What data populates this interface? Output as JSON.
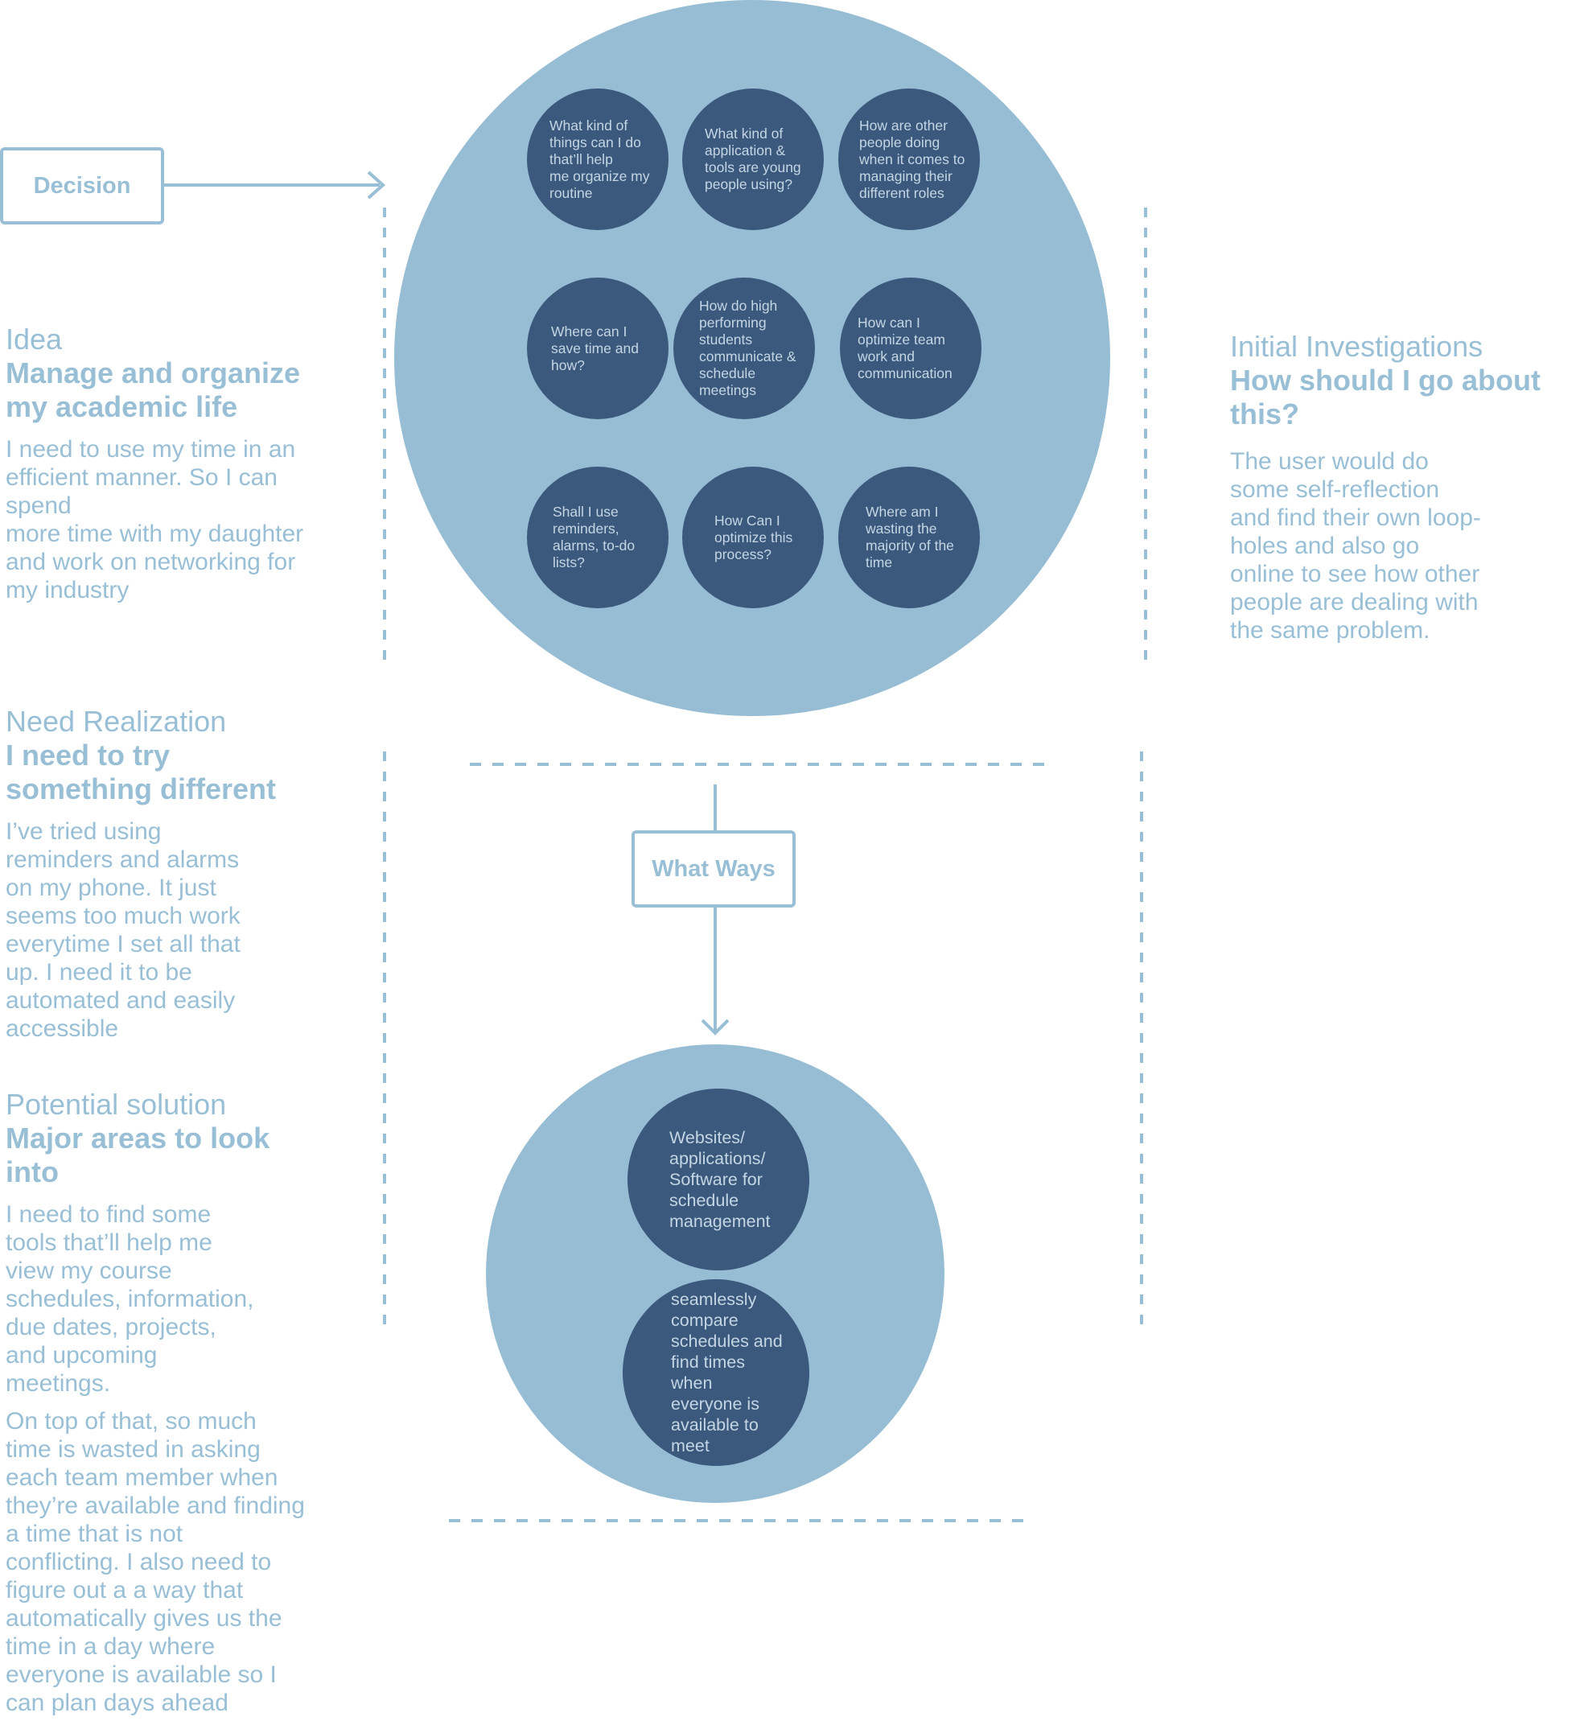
{
  "decision": {
    "label": "Decision"
  },
  "what_ways": {
    "label": "What Ways"
  },
  "idea": {
    "kicker": "Idea",
    "headline": "Manage and organize my academic life",
    "body": "I need to use my time in an\nefficient manner. So I can\nspend\nmore time with my daughter\nand work on networking for\nmy industry"
  },
  "initial_investigations": {
    "kicker": "Initial Investigations",
    "headline": "How should I go about this?",
    "body": "The user would do\nsome self-reflection\nand find their own loop-\nholes and also go\nonline to see how other\npeople are dealing with\nthe same problem."
  },
  "need_realization": {
    "kicker": "Need Realization",
    "headline": "I need to try something different",
    "body": "I’ve tried using\nreminders and alarms\non my phone. It just\nseems too much work\neverytime I set all that\nup. I need it to be\nautomated and easily\naccessible"
  },
  "potential_solution": {
    "kicker": "Potential solution",
    "headline": "Major areas to look into",
    "body": "I need to find some\ntools that’ll help me\nview my course\nschedules, information,\ndue dates, projects,\nand upcoming\nmeetings.",
    "body2": "On top of that, so much\ntime is wasted in asking\neach team member when\nthey’re available and finding\na time that is not\nconflicting. I also need to\nfigure out a a way that\nautomatically gives us the\ntime in a day where\neveryone is available so I\ncan plan days ahead"
  },
  "questions": [
    "What kind of\nthings can I do\nthat’ll help\nme organize my\nroutine",
    "What kind of\napplication &\ntools are young\npeople using?",
    "How are other\npeople doing\nwhen it comes to\nmanaging their\ndifferent roles",
    "Where can I\nsave time and\nhow?",
    "How do high\nperforming\nstudents\ncommunicate &\nschedule\nmeetings",
    "How can I\noptimize team\nwork and\ncommunication",
    "Shall I use\nreminders,\nalarms, to-do\nlists?",
    "How Can I\noptimize this\nprocess?",
    "Where am I\nwasting the\nmajority of the\ntime"
  ],
  "answers": [
    "Websites/\napplications/\nSoftware for\nschedule\nmanagement",
    "seamlessly\ncompare\nschedules and\nfind times when\neveryone is\navailable to\nmeet"
  ],
  "colors": {
    "accent_light": "#98bfd6",
    "circle_large": "#97bdd4",
    "circle_dark": "#3b587d",
    "circle_text": "#c4d6e4",
    "background": "#ffffff"
  }
}
